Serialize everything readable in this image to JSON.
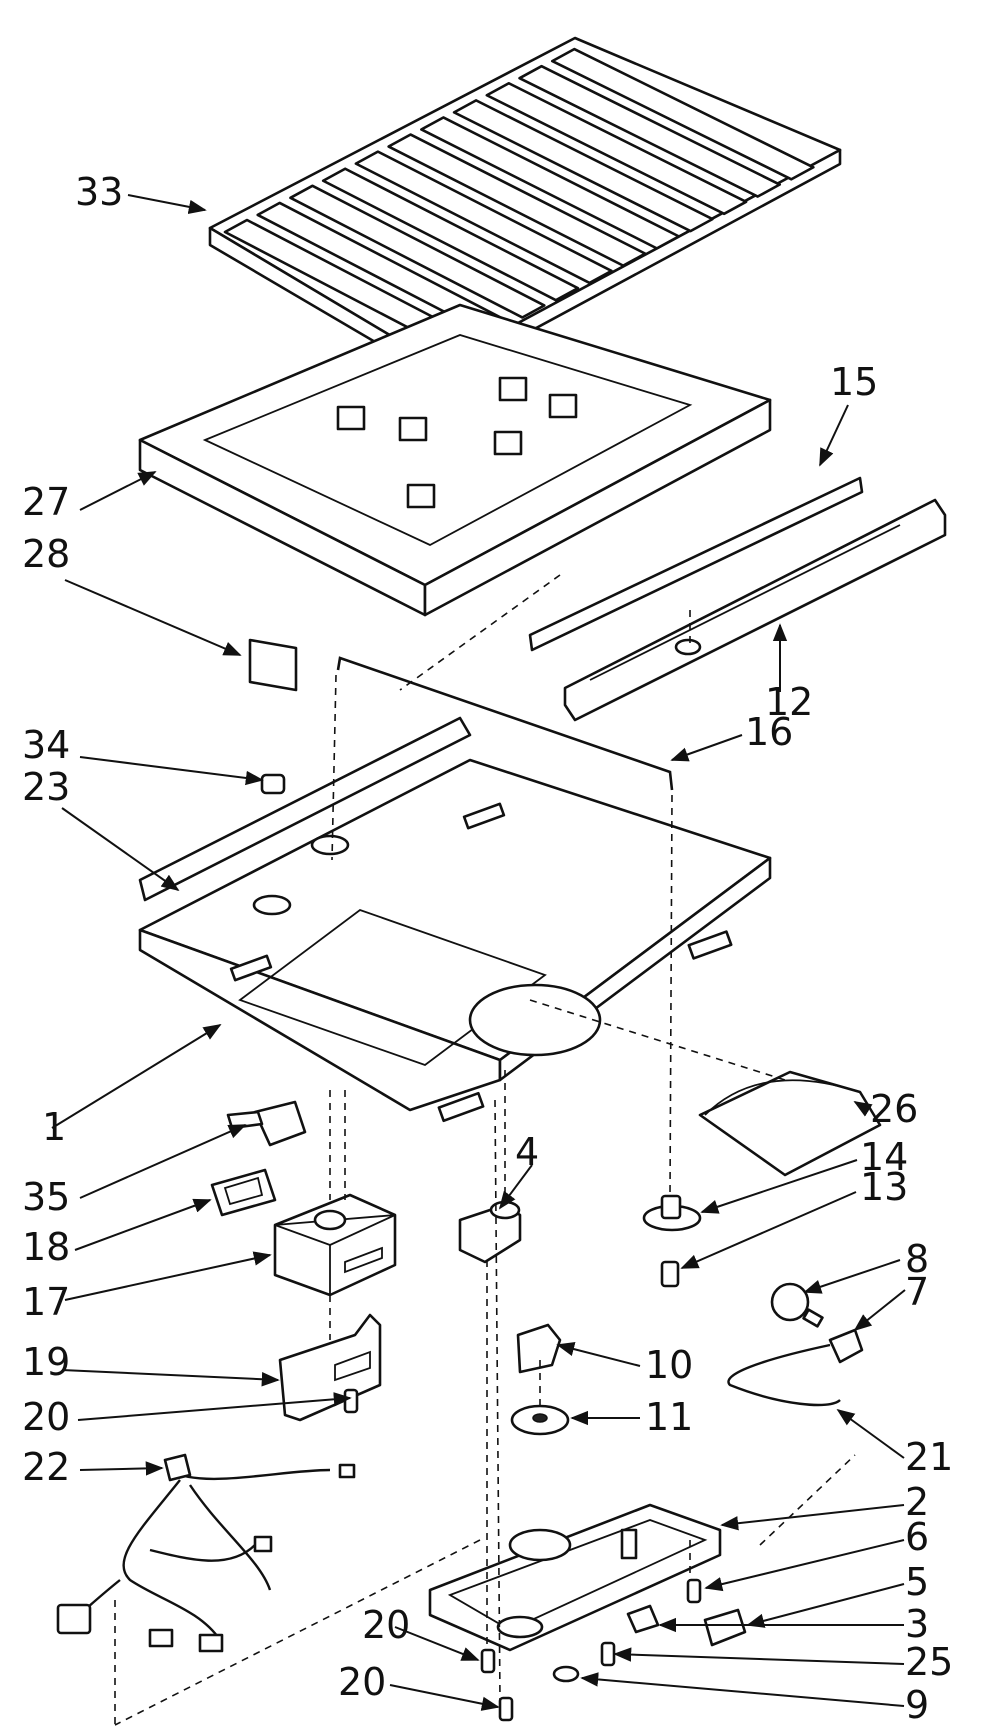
{
  "diagram": {
    "labels": [
      "33",
      "15",
      "27",
      "28",
      "12",
      "16",
      "34",
      "23",
      "1",
      "26",
      "35",
      "4",
      "14",
      "13",
      "18",
      "17",
      "8",
      "7",
      "10",
      "19",
      "11",
      "20",
      "21",
      "22",
      "2",
      "6",
      "5",
      "3",
      "25",
      "9"
    ]
  }
}
